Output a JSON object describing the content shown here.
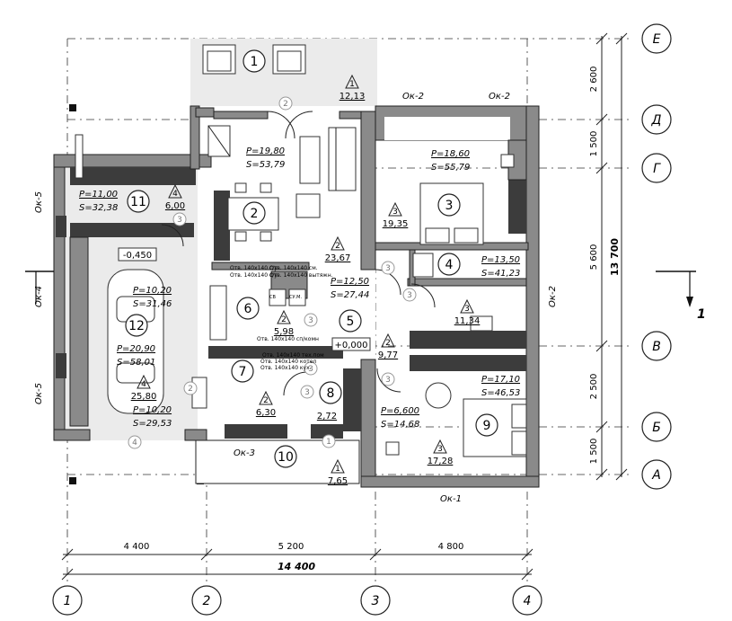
{
  "axes": {
    "rows": [
      "Е",
      "Д",
      "Г",
      "В",
      "Б",
      "А"
    ],
    "cols": [
      "1",
      "2",
      "3",
      "4"
    ]
  },
  "dimensions": {
    "right": [
      "2 600",
      "1 500",
      "5 600",
      "2 500",
      "1 500"
    ],
    "right_total": "13 700",
    "bottom": [
      "4 400",
      "5 200",
      "4 800"
    ],
    "bottom_total": "14 400"
  },
  "section_mark": "1",
  "levels": {
    "garage": "-0,450",
    "main": "+0,000"
  },
  "windows": [
    "Ок-2",
    "Ок-2",
    "Ок-5",
    "Ок-4",
    "Ок-5",
    "Ок-2",
    "Ок-3",
    "Ок-1"
  ],
  "room_numbers": [
    "1",
    "2",
    "3",
    "4",
    "5",
    "6",
    "7",
    "8",
    "9",
    "10",
    "11",
    "12"
  ],
  "room_area_tags": [
    {
      "n": "1",
      "v": "12,13"
    },
    {
      "n": "2",
      "v": "23,67"
    },
    {
      "n": "3",
      "v": "19,35"
    },
    {
      "n": "4",
      "v": "6,00"
    },
    {
      "n": "3",
      "v": "11,34"
    },
    {
      "n": "2",
      "v": "5,98"
    },
    {
      "n": "2",
      "v": "9,77"
    },
    {
      "n": "4",
      "v": "25,80"
    },
    {
      "n": "2",
      "v": "6,30"
    },
    {
      "n": "3",
      "v": "17,28"
    },
    {
      "n": "1",
      "v": "7,65"
    }
  ],
  "plain_areas": [
    "2,72"
  ],
  "finish_labels": [
    {
      "p": "P=19,80",
      "s": "S=53,79"
    },
    {
      "p": "P=18,60",
      "s": "S=55,79"
    },
    {
      "p": "P=11,00",
      "s": "S=32,38"
    },
    {
      "p": "P=13,50",
      "s": "S=41,23"
    },
    {
      "p": "P=10,20",
      "s": "S=31,46"
    },
    {
      "p": "P=12,50",
      "s": "S=27,44"
    },
    {
      "p": "P=20,90",
      "s": "S=58,01"
    },
    {
      "p": "P=17,10",
      "s": "S=46,53"
    },
    {
      "p": "P=10,20",
      "s": "S=29,53"
    },
    {
      "p": "P=6,600",
      "s": "S=14,68"
    }
  ],
  "door_marks": [
    "2",
    "3",
    "3",
    "3",
    "3",
    "3",
    "3",
    "3",
    "2",
    "1",
    "4"
  ],
  "vent_labels": [
    "Отв. 140х140 с/у",
    "Отв. 140х140 с/у",
    "Отв. 140х140 см.",
    "Отв. 140х140 вытяжн.",
    "Отв. 140х140 сп/комн",
    "Отв. 140х140 тех.пом",
    "Отв. 140х140 котел",
    "Отв. 140х140 кух."
  ],
  "fixtures": [
    "СВ",
    "СУ.М."
  ]
}
